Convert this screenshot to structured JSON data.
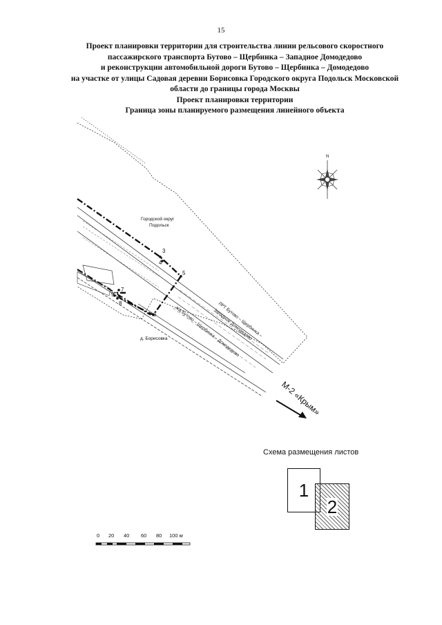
{
  "page_number": "15",
  "title_lines": [
    "Проект планировки территории для строительства линии рельсового скоростного",
    "пассажирского транспорта Бутово – Щербинка – Западное Домодедово",
    "и реконструкции автомобильной дороги Бутово – Щербинка – Домодедово",
    "на участке от улицы Садовая деревни Борисовка Городского округа Подольск Московской",
    "области до границы города Москвы",
    "Проект планировки территории",
    "Граница зоны планируемого размещения линейного объекта"
  ],
  "map": {
    "district_label_1": "Городской округ",
    "district_label_2": "Подольск",
    "village_label": "д. Борисовка",
    "railway_label_1": "ЛРТ Бутово – Щербинка –",
    "railway_label_2": "Западное Домодедово",
    "road_label": "а/д Бутово – Щербинка – Домодедово",
    "highway_label": "М-2 «Крым»",
    "compass_north": "N",
    "point_labels": [
      "3",
      "4",
      "5",
      "6",
      "7",
      "8",
      "9"
    ]
  },
  "scheme": {
    "title": "Схема размещения листов",
    "sheet_1": "1",
    "sheet_2": "2"
  },
  "scale_bar": {
    "labels": [
      "0",
      "20",
      "40",
      "60",
      "80",
      "100 м"
    ]
  }
}
